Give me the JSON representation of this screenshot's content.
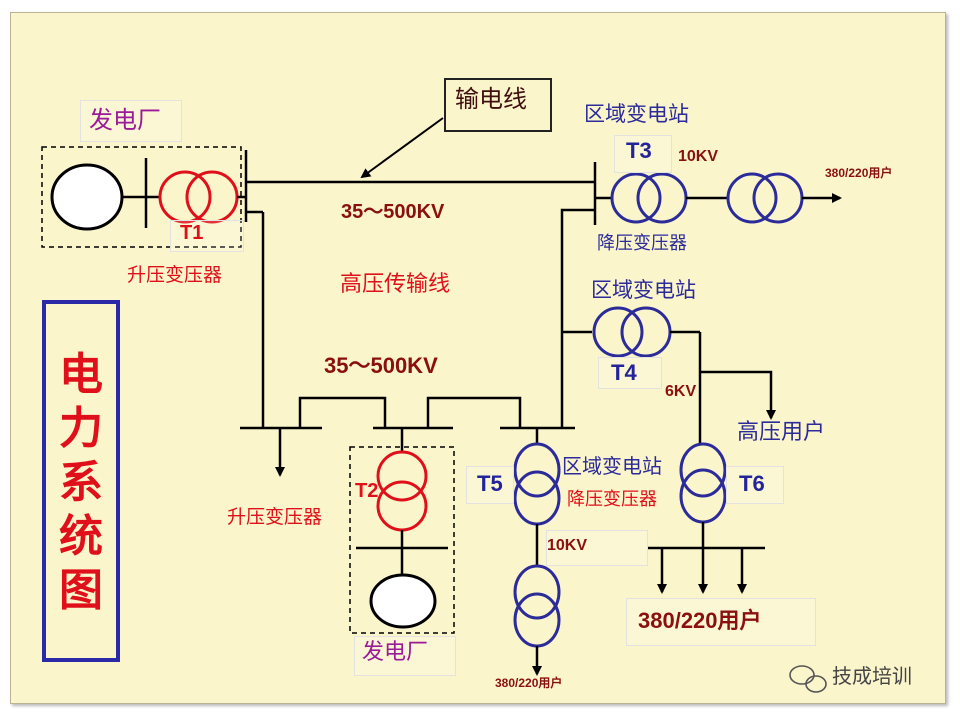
{
  "title": "电力系统图",
  "labels": {
    "power_plant_top": "发电厂",
    "power_plant_bottom": "发电厂",
    "transmission_line_callout": "输电线",
    "voltage_top": "35～500KV",
    "voltage_mid": "35～500KV",
    "high_voltage_line": "高压传输线",
    "t1": "T1",
    "t2": "T2",
    "t3": "T3",
    "t4": "T4",
    "t5": "T5",
    "t6": "T6",
    "step_up_top": "升压变压器",
    "step_up_bottom": "升压变压器",
    "regional_station_1": "区域变电站",
    "regional_station_2": "区域变电站",
    "regional_station_3": "区域变电站",
    "step_down_1": "降压变压器",
    "step_down_2": "降压变压器",
    "kv10_top": "10KV",
    "kv10_bottom": "10KV",
    "kv6": "6KV",
    "user_380_top": "380/220用户",
    "user_380_bottom": "380/220用户",
    "user_380_big": "380/220用户",
    "high_voltage_user": "高压用户"
  },
  "watermark": "技成培训",
  "colors": {
    "background": "#fbf5cc",
    "generator_side": "#e0101a",
    "substation_side": "#2b2b9a",
    "line": "#000000"
  }
}
